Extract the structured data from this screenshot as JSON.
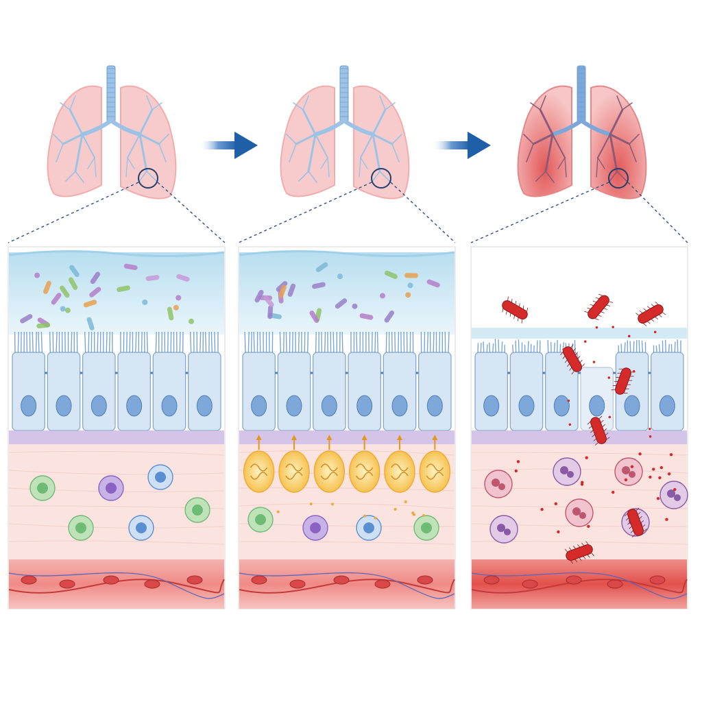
{
  "figure": {
    "stages": [
      {
        "id": "healthy",
        "lung_tint": "#f7c6c6",
        "airway_color": "#9cc3e6",
        "cilia": "intact",
        "submucosa": "immune-cells",
        "signal": "none"
      },
      {
        "id": "activated",
        "lung_tint": "#f7c6c6",
        "airway_color": "#9cc3e6",
        "cilia": "intact",
        "submucosa": "dna-signaling",
        "signal": "upward-arrows"
      },
      {
        "id": "infected",
        "lung_tint": "#ee8a8a",
        "airway_color": "#7da7d9",
        "cilia": "damaged",
        "submucosa": "inflamed",
        "signal": "bacterial-invasion"
      }
    ],
    "arrows": [
      {
        "from": "healthy",
        "to": "activated",
        "icon": "right-arrow-icon"
      },
      {
        "from": "activated",
        "to": "infected",
        "icon": "right-arrow-icon"
      }
    ],
    "colors": {
      "arrow": "#1f5fa8",
      "mucus": "#cfe7f4",
      "cell": "#d7e6f5",
      "nucleus": "#7fa8da",
      "basement": "#c9b6e2",
      "tissue": "#fbe3e0",
      "vessel": "#e77a7a",
      "rbc": "#d94848",
      "signal": "#f4b942",
      "bacteria": "#d42a2a"
    }
  }
}
